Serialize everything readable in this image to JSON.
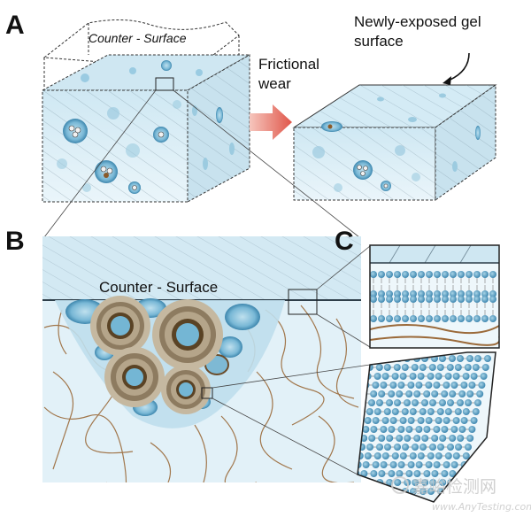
{
  "panels": {
    "a": {
      "letter": "A",
      "counter_surface": "Counter - Surface",
      "process": [
        "Frictional",
        "wear"
      ],
      "exposed": [
        "Newly-exposed gel",
        "surface"
      ]
    },
    "b": {
      "letter": "B",
      "counter_surface": "Counter - Surface"
    },
    "c": {
      "letter": "C"
    }
  },
  "colors": {
    "gel_fill": "#dff0f7",
    "gel_side": "#cfe6f1",
    "vesicle": "#6fb3d2",
    "vesicle_dark": "#3e88b0",
    "fiber": "#9b6a3a",
    "wear_arrow": "#e36b5c"
  },
  "watermark": {
    "text": "嘉峪检测网",
    "url": "www.AnyTesting.com"
  }
}
